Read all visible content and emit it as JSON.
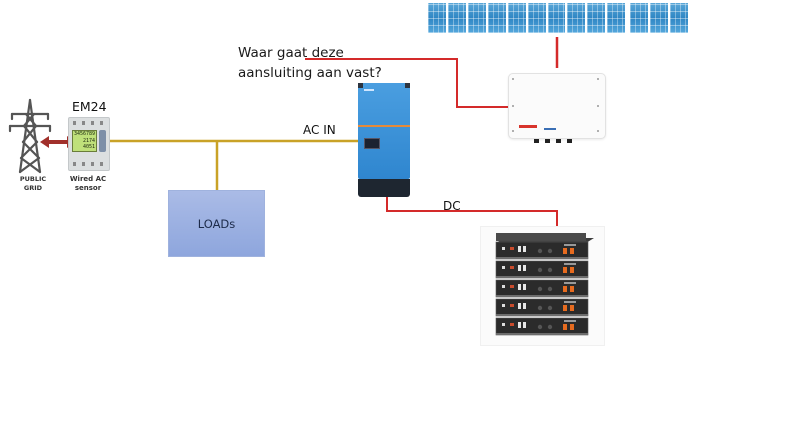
{
  "diagram": {
    "question": {
      "line1": "Waar gaat deze",
      "line2": "aansluiting aan vast?"
    },
    "labels": {
      "ac_in": "AC IN",
      "dc": "DC",
      "em24": "EM24",
      "public_grid_line1": "PUBLIC",
      "public_grid_line2": "GRID",
      "sensor_line1": "Wired AC",
      "sensor_line2": "sensor",
      "loads": "LOADs"
    },
    "meter_display": {
      "line1": "3456789",
      "line2": "2174",
      "line3": "4051"
    },
    "components": [
      {
        "id": "public-grid",
        "icon": "power-pylon-icon"
      },
      {
        "id": "em24-meter",
        "icon": "energy-meter-icon"
      },
      {
        "id": "loads",
        "icon": "box"
      },
      {
        "id": "victron-inverter",
        "icon": "inverter-charger-icon"
      },
      {
        "id": "solar-panels",
        "icon": "solar-panel-icon"
      },
      {
        "id": "solaredge-inverter",
        "icon": "pv-inverter-icon"
      },
      {
        "id": "battery-stack",
        "icon": "battery-rack-icon"
      }
    ],
    "colors": {
      "ac_wire": "#c9a227",
      "dc_wire": "#d42a2a",
      "grid_arrow": "#a1302b",
      "victron_blue": "#3d8fd6",
      "loads_fill": "#9bb0e1"
    }
  }
}
